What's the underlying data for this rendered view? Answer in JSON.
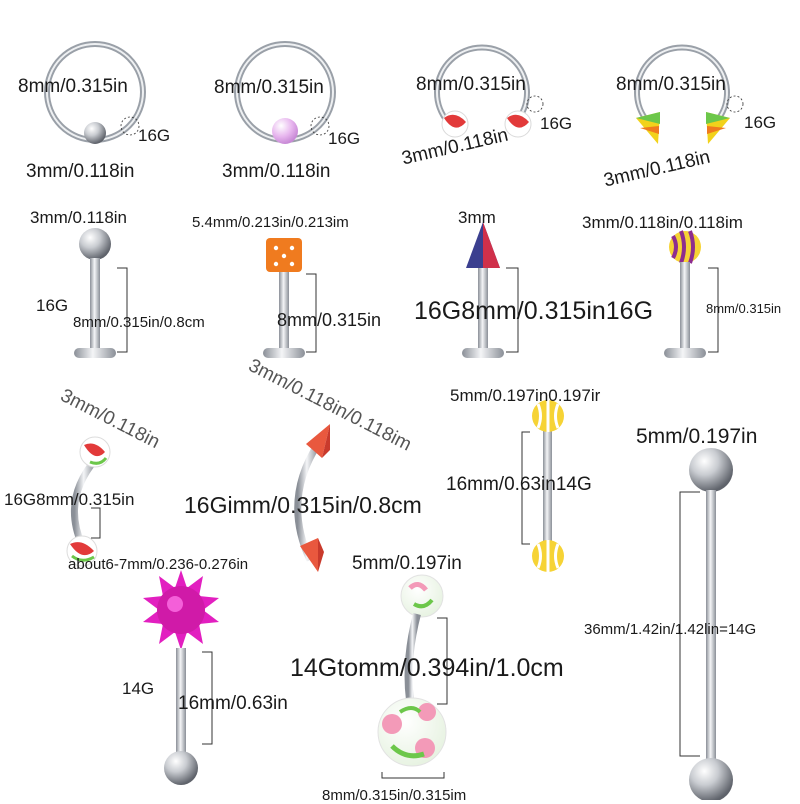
{
  "colors": {
    "steel": "#c9ccd1",
    "steel_dark": "#7c8088",
    "dimension_line": "#333333",
    "acrylic_pink": "#e7b5ee",
    "candy_red": "#e23a3a",
    "candy_yellow": "#f2d21b",
    "candy_green": "#6cc74a",
    "dice_orange": "#f07b1f",
    "spike_navy": "#3b3f8f",
    "stripe_purple": "#8d2d8f",
    "stripe_yellow": "#f6d335",
    "fuzzy_magenta": "#e21fc0",
    "floral_pink": "#f39ab8"
  },
  "labels": {
    "r1_a_size": "8mm/0.315in",
    "r1_a_gauge": "16G",
    "r1_a_ball": "3mm/0.118in",
    "r1_b_size": "8mm/0.315in",
    "r1_b_gauge": "16G",
    "r1_b_ball": "3mm/0.118in",
    "r1_c_size": "8mm/0.315in",
    "r1_c_gauge": "16G",
    "r1_c_ball": "3mm/0.118in",
    "r1_d_size": "8mm/0.315in",
    "r1_d_gauge": "16G",
    "r1_d_ball": "3mm/0.118in",
    "r2_a_ball": "3mm/0.118in",
    "r2_a_gauge": "16G",
    "r2_a_len": "8mm/0.315in/0.8cm",
    "r2_b_top": "5.4mm/0.213in/0.213im",
    "r2_b_len": "8mm/0.315in",
    "r2_c_top": "3mm",
    "r2_c_mid": "16G8mm/0.315in16G",
    "r2_d_top": "3mm/0.118in/0.118im",
    "r2_d_len": "8mm/0.315in",
    "diag_left": "3mm/0.118in",
    "diag_mid": "3mm/0.118in/0.118im",
    "r3_a_len": "16G8mm/0.315in",
    "r3_a_about": "about6-7mm/0.236-0.276in",
    "r3_b_len": "16Gimm/0.315in/0.8cm",
    "r3_c_top": "5mm/0.197in0.197ir",
    "r3_c_len": "16mm/0.63in14G",
    "r3_d_top": "5mm/0.197in",
    "r3_d_len": "36mm/1.42in/1.42lin=14G",
    "r4_a_gauge": "14G",
    "r4_a_len": "16mm/0.63in",
    "r4_b_top": "5mm/0.197in",
    "r4_b_len": "14Gtomm/0.394in/1.0cm",
    "r4_b_bottom": "8mm/0.315in/0.315im"
  }
}
